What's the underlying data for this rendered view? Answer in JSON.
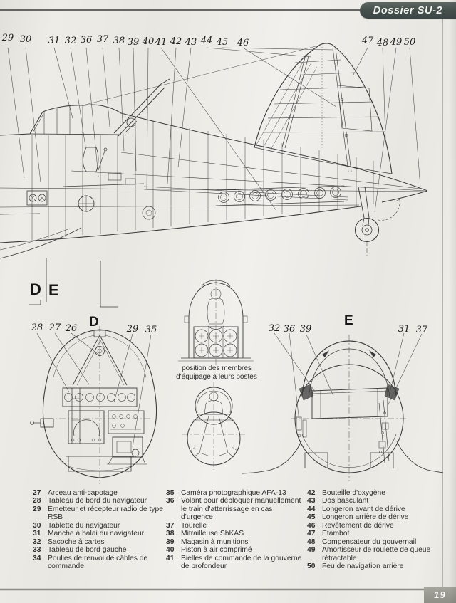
{
  "header": {
    "title": "Dossier SU-2"
  },
  "footer": {
    "page_number": "19"
  },
  "diagram": {
    "top_callouts": [
      "29",
      "30",
      "31",
      "32",
      "36",
      "37",
      "38",
      "39",
      "40",
      "41",
      "42",
      "43",
      "44",
      "45",
      "46",
      "47",
      "48",
      "49",
      "50"
    ],
    "section_cut_labels": {
      "d": "D",
      "e": "E"
    }
  },
  "sections": {
    "d": {
      "title": "D",
      "callouts": [
        "28",
        "27",
        "26",
        "29",
        "35"
      ]
    },
    "e": {
      "title": "E",
      "callouts": [
        "32",
        "36",
        "39",
        "31",
        "37"
      ]
    },
    "crew_caption": {
      "line1": "position des membres",
      "line2": "d'équipage à leurs postes"
    }
  },
  "legend": {
    "columns": [
      {
        "items": [
          {
            "num": "27",
            "text": "Arceau anti-capotage"
          },
          {
            "num": "28",
            "text": "Tableau de bord du navigateur"
          },
          {
            "num": "29",
            "text": "Emetteur et récepteur radio de type RSB"
          },
          {
            "num": "30",
            "text": "Tablette du navigateur"
          },
          {
            "num": "31",
            "text": "Manche à balai du navigateur"
          },
          {
            "num": "32",
            "text": "Sacoche à cartes"
          },
          {
            "num": "33",
            "text": "Tableau de bord gauche"
          },
          {
            "num": "34",
            "text": "Poulies de renvoi de câbles de commande"
          }
        ]
      },
      {
        "items": [
          {
            "num": "35",
            "text": "Caméra photographique AFA-13"
          },
          {
            "num": "36",
            "text": "Volant pour débloquer manuellement le train d'atterrissage en cas d'urgence"
          },
          {
            "num": "37",
            "text": "Tourelle"
          },
          {
            "num": "38",
            "text": "Mitrailleuse ShKAS"
          },
          {
            "num": "39",
            "text": "Magasin à munitions"
          },
          {
            "num": "40",
            "text": "Piston à air comprimé"
          },
          {
            "num": "41",
            "text": "Bielles de commande de la gouverne de profondeur"
          }
        ]
      },
      {
        "items": [
          {
            "num": "42",
            "text": "Bouteille d'oxygène"
          },
          {
            "num": "43",
            "text": "Dos basculant"
          },
          {
            "num": "44",
            "text": "Longeron avant de dérive"
          },
          {
            "num": "45",
            "text": "Longeron arrière de dérive"
          },
          {
            "num": "46",
            "text": "Revêtement de dérive"
          },
          {
            "num": "47",
            "text": "Etambot"
          },
          {
            "num": "48",
            "text": "Compensateur du gouvernail"
          },
          {
            "num": "49",
            "text": "Amortisseur de roulette de queue rétractable"
          },
          {
            "num": "50",
            "text": "Feu de navigation arrière"
          }
        ]
      }
    ]
  },
  "colors": {
    "banner": "#47524f",
    "badge": "#98978f",
    "ink": "#3a3a3a"
  }
}
